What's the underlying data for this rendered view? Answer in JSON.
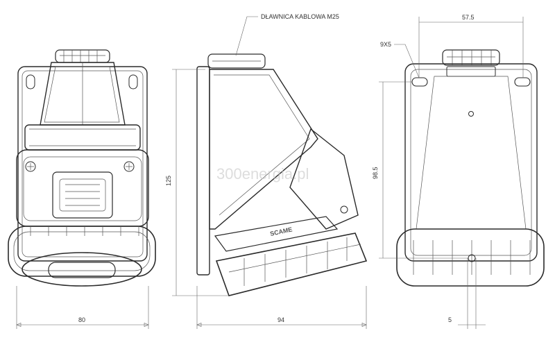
{
  "annotations": {
    "cable_gland": "DŁAWNICA KABLOWA M25",
    "slot": "9X5",
    "watermark": "300energia.pl"
  },
  "dimensions": {
    "front_width": "80",
    "side_depth": "94",
    "height": "125",
    "mount_spacing": "57.5",
    "hole_distance": "98.5",
    "bottom_offset": "5"
  },
  "brand_mark": "SCAME"
}
